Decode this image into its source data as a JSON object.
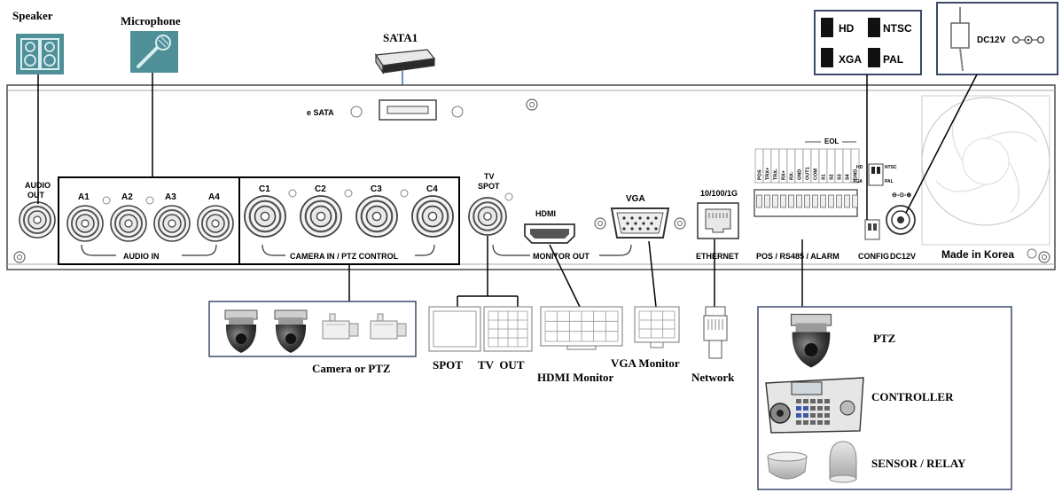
{
  "labels": {
    "speaker": "Speaker",
    "microphone": "Microphone",
    "sata1": "SATA1",
    "esata": "e SATA",
    "camera_or_ptz": "Camera or PTZ",
    "spot": "SPOT",
    "tv_out": "TV  OUT",
    "hdmi_monitor": "HDMI Monitor",
    "vga_monitor": "VGA Monitor",
    "network": "Network",
    "ptz": "PTZ",
    "controller": "CONTROLLER",
    "sensor_relay": "SENSOR / RELAY"
  },
  "panel": {
    "audio_out_1": "AUDIO",
    "audio_out_2": "OUT",
    "audio_in_ports": [
      "A1",
      "A2",
      "A3",
      "A4"
    ],
    "audio_in": "AUDIO IN",
    "camera_ports": [
      "C1",
      "C2",
      "C3",
      "C4"
    ],
    "camera_in": "CAMERA IN / PTZ CONTROL",
    "tv_1": "TV",
    "tv_2": "SPOT",
    "hdmi": "HDMI",
    "vga": "VGA",
    "monitor_out": "MONITOR OUT",
    "ethernet_speed": "10/100/1G",
    "ethernet": "ETHERNET",
    "pos": "POS / RS485 / ALARM",
    "config": "CONFIG",
    "dc12v": "DC12V",
    "made_in": "Made in Korea",
    "eol": "EOL",
    "config_hd": "HD",
    "config_xga": "XGA",
    "config_ntsc": "NTSC",
    "config_pal": "PAL"
  },
  "terminal_labels": [
    "POS",
    "TRX+",
    "TRX-",
    "RX+",
    "RX-",
    "GND",
    "OUT1",
    "COM",
    "S1",
    "S2",
    "S3",
    "S4",
    "GND"
  ],
  "config_inset": {
    "hd": "HD",
    "xga": "XGA",
    "ntsc": "NTSC",
    "pal": "PAL"
  },
  "dc_inset": {
    "label": "DC12V"
  },
  "colors": {
    "icon_teal": "#4f8f98",
    "inset_border": "#3b4a6b",
    "line": "#000000",
    "panel_line": "#555555"
  },
  "icons": [
    "speaker-icon",
    "microphone-icon",
    "hard-drive-icon",
    "dome-camera-icon",
    "box-camera-icon",
    "monitor-icon",
    "rj45-plug-icon",
    "controller-icon",
    "sensor-icon"
  ]
}
